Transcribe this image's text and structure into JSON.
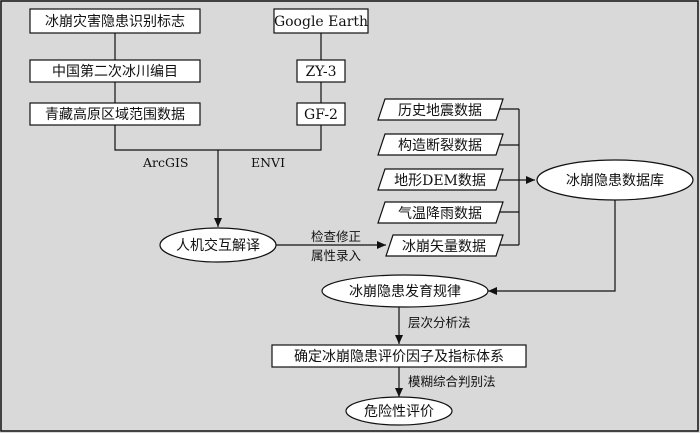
{
  "nodes": {
    "ice_identification_marks": "冰崩灾害隐患识别标志",
    "china_glacier_inventory": "中国第二次冰川编目",
    "qinghai_tibet_scope": "青藏高原区域范围数据",
    "google_earth": "Google Earth",
    "zy3": "ZY-3",
    "gf2": "GF-2",
    "history_earthquake": "历史地震数据",
    "fault_data": "构造断裂数据",
    "terrain_dem": "地形DEM数据",
    "temp_rain": "气温降雨数据",
    "ice_vector": "冰崩矢量数据",
    "human_interpretation": "人机交互解译",
    "ice_database": "冰崩隐患数据库",
    "development_pattern": "冰崩隐患发育规律",
    "evaluation_system": "确定冰崩隐患评价因子及指标体系",
    "risk_evaluation": "危险性评价"
  },
  "edge_labels": {
    "arcgis": "ArcGIS",
    "envi": "ENVI",
    "check_correct": "检查修正",
    "attribute_entry": "属性录入",
    "ahp": "层次分析法",
    "fuzzy": "模糊综合判别法"
  }
}
